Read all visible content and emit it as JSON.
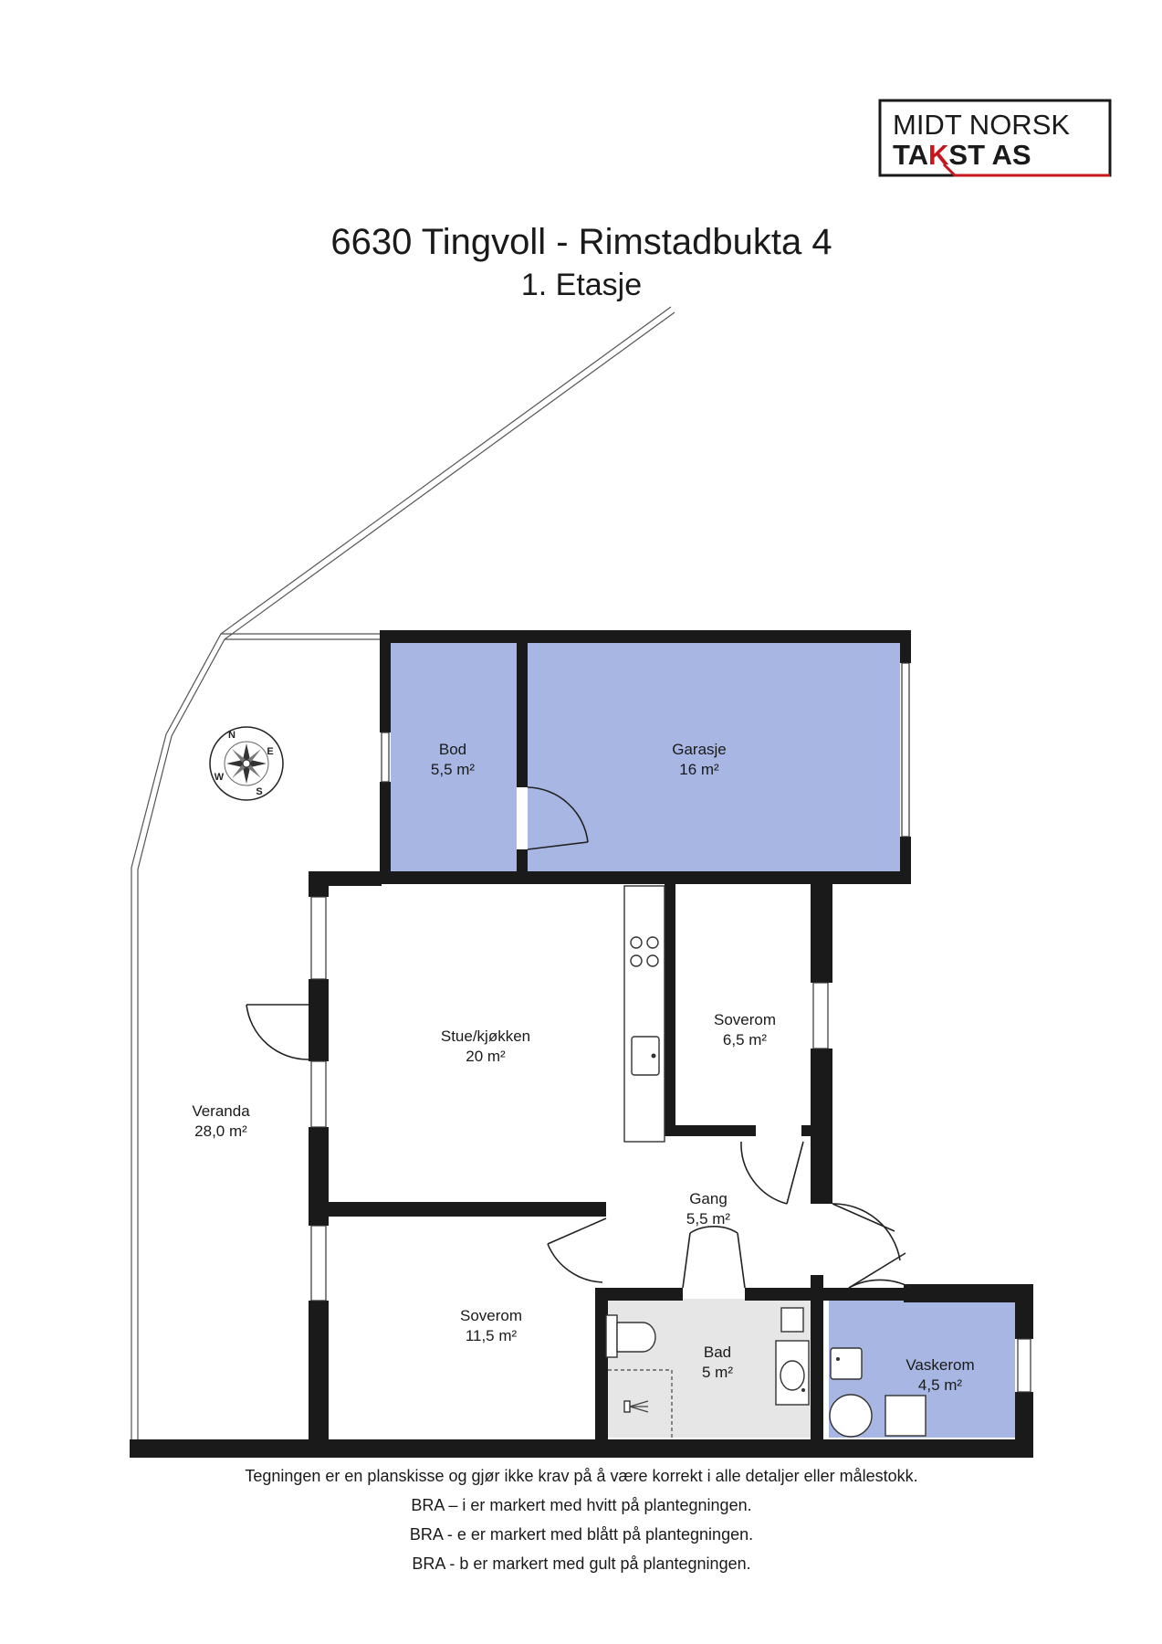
{
  "logo": {
    "line1": "MIDT NORSK",
    "line2_a": "TA",
    "line2_k": "K",
    "line2_b": "ST AS",
    "accent_color": "#c8161d"
  },
  "title": "6630 Tingvoll - Rimstadbukta 4",
  "subtitle": "1. Etasje",
  "rooms": {
    "bod": {
      "name": "Bod",
      "area": "5,5 m²"
    },
    "garasje": {
      "name": "Garasje",
      "area": "16 m²"
    },
    "stue": {
      "name": "Stue/kjøkken",
      "area": "20 m²"
    },
    "soverom_small": {
      "name": "Soverom",
      "area": "6,5 m²"
    },
    "veranda": {
      "name": "Veranda",
      "area": "28,0 m²"
    },
    "gang": {
      "name": "Gang",
      "area": "5,5 m²"
    },
    "soverom_large": {
      "name": "Soverom",
      "area": "11,5 m²"
    },
    "bad": {
      "name": "Bad",
      "area": "5 m²"
    },
    "vaskerom": {
      "name": "Vaskerom",
      "area": "4,5 m²"
    }
  },
  "compass": {
    "n": "N",
    "e": "E",
    "s": "S",
    "w": "W"
  },
  "notes": [
    "Tegningen er en planskisse og gjør ikke krav på å være korrekt i alle detaljer eller målestokk.",
    "BRA – i er markert med hvitt på plantegningen.",
    "BRA - e er markert med blått på plantegningen.",
    "BRA - b er markert med gult på plantegningen."
  ],
  "colors": {
    "bra_e_blue": "#a7b6e2",
    "wall": "#1a1a1a",
    "bathroom_floor": "#e6e6e6"
  }
}
